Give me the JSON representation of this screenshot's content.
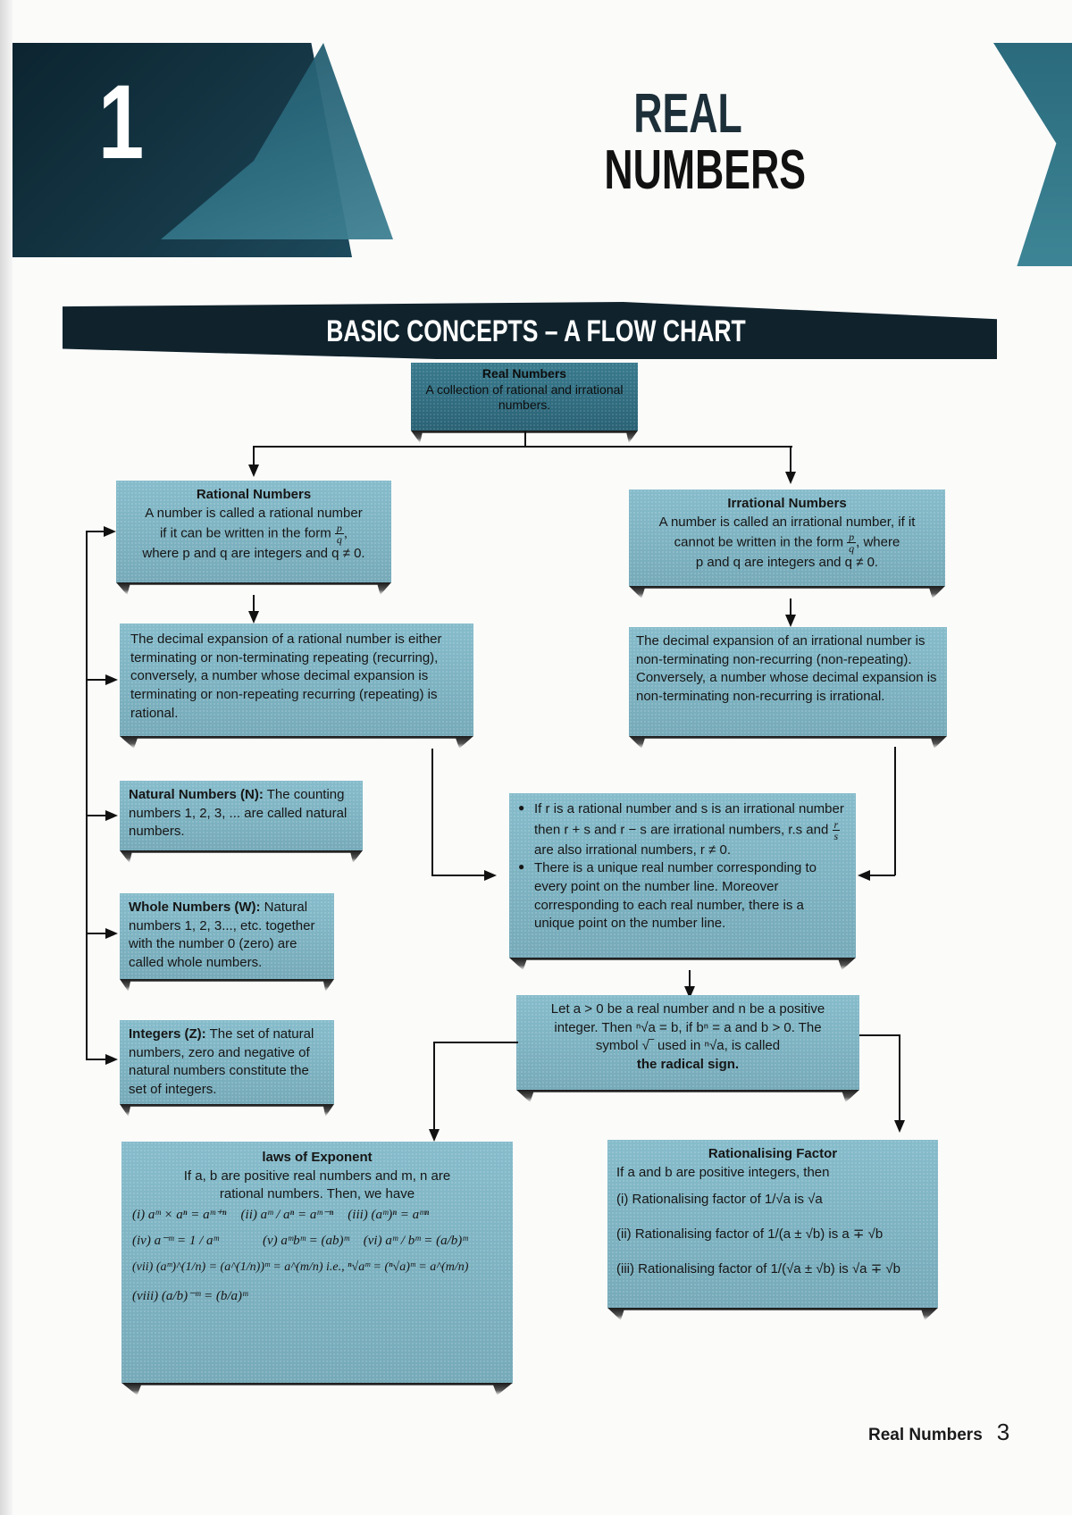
{
  "header": {
    "chapter_number": "1",
    "title_line1": "REAL",
    "title_line2": "NUMBERS"
  },
  "section": {
    "ribbon_title": "BASIC CONCEPTS – A FLOW CHART"
  },
  "flowchart": {
    "real": {
      "title": "Real Numbers",
      "text": "A collection of rational and irrational numbers."
    },
    "rational": {
      "title": "Rational Numbers",
      "line1": "A number is called a rational number",
      "line2": "if it can be written in the form",
      "frac_num": "p",
      "frac_den": "q",
      "line3": "where p and q are integers and q ≠ 0."
    },
    "irrational": {
      "title": "Irrational Numbers",
      "line1": "A number is called an irrational number, if it",
      "line2": "cannot be written in the form",
      "frac_num": "p",
      "frac_den": "q",
      "line2_tail": ", where",
      "line3": "p and q are integers and q ≠ 0."
    },
    "rational_decimal": {
      "text": "The decimal expansion of a rational number is either terminating or non-terminating repeating (recurring), conversely, a number whose decimal expansion is terminating or non-repeating recurring (repeating) is rational."
    },
    "irrational_decimal": {
      "text": "The decimal expansion of an irrational number is non-terminating non-recurring (non-repeating). Conversely, a number whose decimal expansion is non-terminating non-recurring is irrational."
    },
    "natural": {
      "label": "Natural Numbers (N):",
      "text": "The counting numbers 1, 2, 3, ... are called natural numbers."
    },
    "whole": {
      "label": "Whole Numbers (W):",
      "text": "Natural numbers 1, 2, 3..., etc. together with the number 0 (zero) are called whole numbers."
    },
    "integers": {
      "label": "Integers (Z):",
      "text": "The set of natural numbers, zero and negative of natural numbers constitute the set of integers."
    },
    "properties": {
      "bullet1_a": "If r is a rational number and s is an irrational number then r + s and r − s are irrational numbers, r.s and",
      "bullet1_frac_num": "r",
      "bullet1_frac_den": "s",
      "bullet1_b": "are also irrational numbers, r ≠ 0.",
      "bullet2": "There is a unique real number corresponding to every point on the number line. Moreover corresponding to each real number, there is a unique point on the number line."
    },
    "radical": {
      "line1": "Let a > 0 be a real number and n be a positive",
      "line2": "integer. Then ⁿ√a = b, if bⁿ = a and b > 0. The",
      "line3": "symbol √‾ used in ⁿ√a, is called",
      "line4": "the radical sign."
    },
    "exponent": {
      "title": "laws of Exponent",
      "intro1": "If a, b are positive real numbers and m, n are",
      "intro2": "rational numbers. Then, we have",
      "law1": "(i) aᵐ × aⁿ = aᵐ⁺ⁿ",
      "law2": "(ii) aᵐ / aⁿ = aᵐ⁻ⁿ",
      "law3": "(iii) (aᵐ)ⁿ = aᵐⁿ",
      "law4": "(iv) a⁻ᵐ = 1 / aᵐ",
      "law5": "(v) aᵐbᵐ = (ab)ᵐ",
      "law6": "(vi) aᵐ / bᵐ = (a/b)ᵐ",
      "law7": "(vii) (aᵐ)^(1/n) = (a^(1/n))ᵐ = a^(m/n)   i.e.,  ⁿ√aᵐ = (ⁿ√a)ᵐ = a^(m/n)",
      "law8": "(viii) (a/b)⁻ᵐ = (b/a)ᵐ"
    },
    "rationalising": {
      "title": "Rationalising Factor",
      "intro": "If a and b are positive integers, then",
      "item1": "(i) Rationalising factor of 1/√a is √a",
      "item2": "(ii) Rationalising factor of 1/(a ± √b) is a ∓ √b",
      "item3": "(iii) Rationalising factor of 1/(√a ± √b) is √a ∓ √b"
    }
  },
  "footer": {
    "running_title": "Real Numbers",
    "page_number": "3"
  }
}
